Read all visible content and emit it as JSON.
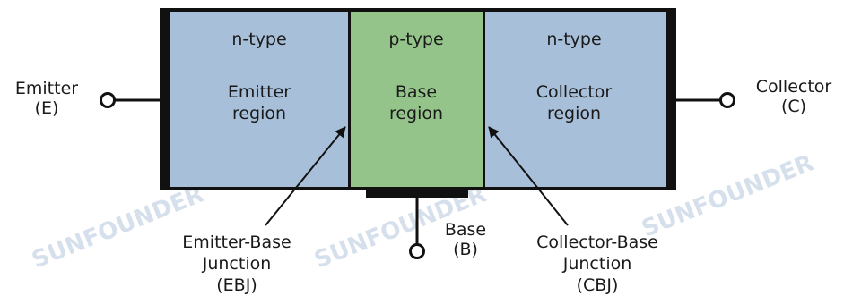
{
  "regions": {
    "emitter": {
      "type": "n-type",
      "name_line1": "Emitter",
      "name_line2": "region",
      "color": "#a7bfd9"
    },
    "base": {
      "type": "p-type",
      "name_line1": "Base",
      "name_line2": "region",
      "color": "#94c48a"
    },
    "collector": {
      "type": "n-type",
      "name_line1": "Collector",
      "name_line2": "region",
      "color": "#a7bfd9"
    }
  },
  "terminals": {
    "emitter": {
      "line1": "Emitter",
      "line2": "(E)"
    },
    "collector": {
      "line1": "Collector",
      "line2": "(C)"
    },
    "base": {
      "line1": "Base",
      "line2": "(B)"
    }
  },
  "junctions": {
    "ebj": {
      "line1": "Emitter-Base",
      "line2": "Junction",
      "line3": "(EBJ)"
    },
    "cbj": {
      "line1": "Collector-Base",
      "line2": "Junction",
      "line3": "(CBJ)"
    }
  },
  "watermark": "SUNFOUNDER"
}
